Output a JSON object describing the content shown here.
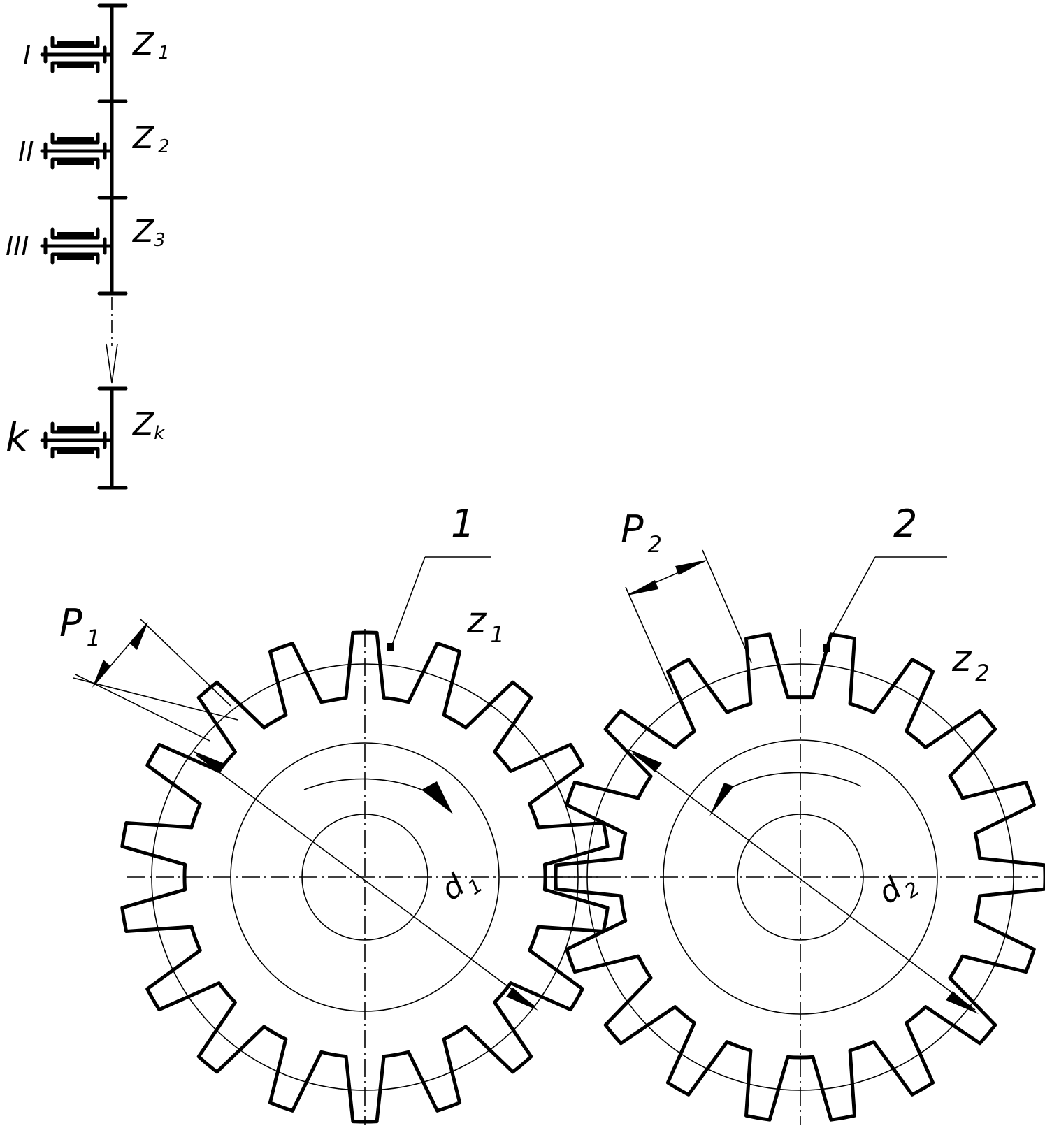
{
  "diagram": {
    "train": {
      "shafts": [
        {
          "roman": "I",
          "gear": "Z",
          "sub": "1"
        },
        {
          "roman": "II",
          "gear": "Z",
          "sub": "2"
        },
        {
          "roman": "III",
          "gear": "Z",
          "sub": "3"
        },
        {
          "roman": "k",
          "gear": "Z",
          "sub": "k"
        }
      ]
    },
    "gears": [
      {
        "callout": "1",
        "teeth_label": "z",
        "teeth_sub": "1",
        "pitch_label": "P",
        "pitch_sub": "1",
        "diam_label": "d",
        "diam_sub": "1",
        "rotation": "clockwise",
        "teeth": 18
      },
      {
        "callout": "2",
        "teeth_label": "z",
        "teeth_sub": "2",
        "pitch_label": "P",
        "pitch_sub": "2",
        "diam_label": "d",
        "diam_sub": "2",
        "rotation": "counterclockwise",
        "teeth": 18
      }
    ]
  }
}
